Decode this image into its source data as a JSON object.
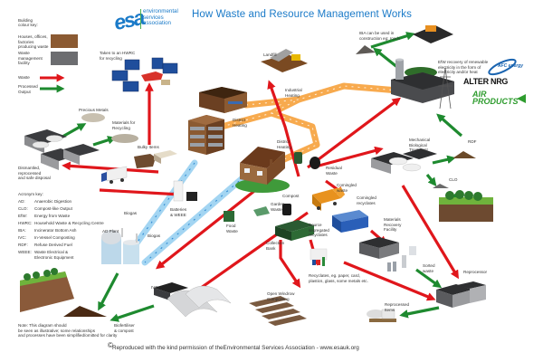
{
  "header": {
    "title": "How Waste and Resource Management Works",
    "logo_mark": "esa",
    "logo_text": "environmental\nservices\nassociation"
  },
  "colors": {
    "accent_blue": "#1a7ac8",
    "waste_arrow": "#e0161b",
    "output_arrow": "#1e8a2f",
    "heat_pipe": "#f7a13b",
    "biogas_pipe": "#9fd3f2",
    "waste_producer": "#8b5a32",
    "waste_facility": "#6c6d70"
  },
  "legend": {
    "title": "Building\ncolour key:",
    "producers_label": "Houses, offices,\nfactories\nproducing waste",
    "facility_label": "Waste\nmanagement\nfacility",
    "waste_label": "Waste",
    "output_label": "Processed\nOutput"
  },
  "acronyms": {
    "title": "Acronym key:",
    "items": [
      {
        "abbr": "AD:",
        "meaning": "Anaerobic Digestion"
      },
      {
        "abbr": "CLO:",
        "meaning": "Compost-like Output"
      },
      {
        "abbr": "EfW:",
        "meaning": "Energy from Waste"
      },
      {
        "abbr": "HWRC:",
        "meaning": "Household Waste & Recycling Centre"
      },
      {
        "abbr": "IBA:",
        "meaning": "Incinerator Bottom Ash"
      },
      {
        "abbr": "IVC:",
        "meaning": "In-Vessel Composting"
      },
      {
        "abbr": "RDF:",
        "meaning": "Refuse Derived Fuel"
      },
      {
        "abbr": "WEEE:",
        "meaning": "Waste Electrical &\nElectronic Equipment"
      }
    ]
  },
  "labels": {
    "hwrc": "Taken to an HWRC\nfor recycling",
    "precious_metals": "Precious Metals",
    "materials_recycling": "Materials for\nRecycling",
    "bulky_items": "Bulky Items",
    "dismantled": "Dismantled,\nreprocessed\nand safe disposal",
    "landfill": "Landfill",
    "industrial_heating": "Industrial\nHeating",
    "district_heating_1": "District\nHeating",
    "district_heating_2": "District\nHeating",
    "iba": "IBA can be used in\nconstruction eg: roads",
    "efw": "EfW recovery of renewable\nelectricity in the form of\nelectricity and/or heat",
    "mbt": "Mechanical\nBiological\nTreatment",
    "rdf": "RDF",
    "clo": "CLO",
    "residual_waste": "Residual\nWaste",
    "comingled_waste": "Comingled\nwaste",
    "comingled_recyclates": "Comingled\nrecyclates",
    "mrf": "Materials\nRecovery\nFacility",
    "compost": "Compost",
    "garden_waste": "Garden\nWaste",
    "food_waste": "Food\nWaste",
    "batteries": "Batteries\n& WEEE",
    "biogas_1": "Biogas",
    "biogas_2": "Biogas",
    "ad_plant": "AD Plant",
    "collection_bank": "Collection\nBank",
    "source_segregated": "Source\nsegregated\nrecyclates",
    "recyclates_eg": "Recyclates, eg. paper, card,\nplastics, glass, some metals etc.",
    "sorted_waste": "Sorted\nwaste",
    "reprocessor": "Reprocessor",
    "reprocessed_items": "Reprocessed\nItems",
    "ivc": "IVC",
    "open_windrow": "Open Windrow\nComposting",
    "biofertiliser": "Biofertiliser\n& compost",
    "note": "Note: This diagram should\nbe seen as illustrative; some relationships\nand processes have been simplified/omitted for clarity"
  },
  "sponsors": {
    "afc": "AFC energy",
    "alternrg": "ALTER NRG",
    "air_products": "AIR\nPRODUCTS"
  },
  "footer": {
    "copyright_symbol": "©",
    "acknowledgement": "Reproduced with the kind permission of theEnvironmental Services Association  - www.esauk.org"
  }
}
